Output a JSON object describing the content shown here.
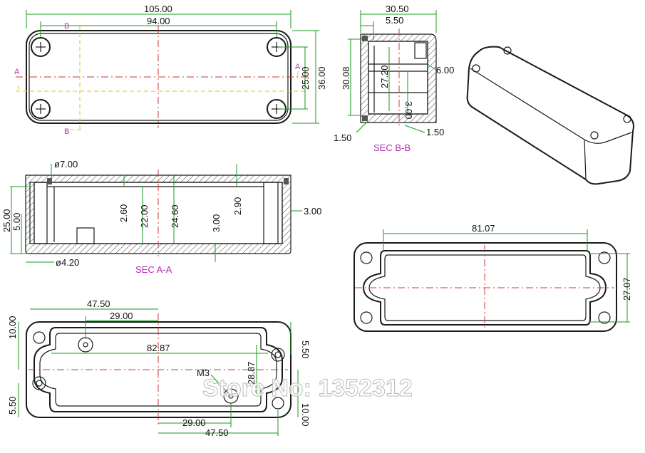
{
  "top_view": {
    "dim_overall_width": "105.00",
    "dim_hole_spacing_width": "94.00",
    "dim_hole_spacing_height": "25.00",
    "dim_overall_height": "36.00",
    "section_mark_a": "A",
    "section_mark_b": "B"
  },
  "section_bb": {
    "dim_width": "30.50",
    "dim_top_inset": "5.50",
    "dim_height": "30.08",
    "dim_inner_height": "27.20",
    "dim_floor": "3.00",
    "dim_slot": "6.00",
    "dim_left_wall": "1.50",
    "dim_right_wall": "1.50",
    "label": "SEC B-B"
  },
  "section_aa": {
    "dim_hole_dia": "ø7.00",
    "dim_height": "25.00",
    "dim_lip": "5.00",
    "dim_a": "2.60",
    "dim_b": "22.00",
    "dim_c": "24.60",
    "dim_d": "3.00",
    "dim_e": "2.90",
    "dim_wall": "3.00",
    "dim_pin_dia": "ø4.20",
    "label": "SEC A-A"
  },
  "lid_view": {
    "dim_width": "81.07",
    "dim_height": "27.07"
  },
  "base_view": {
    "dim_top_half": "47.50",
    "dim_top_inner": "29.00",
    "dim_left_top": "10.00",
    "dim_right_top": "5.50",
    "dim_span": "82.87",
    "dim_inner_height": "28.87",
    "dim_screw": "M3",
    "dim_left_bottom": "5.50",
    "dim_right_bottom": "10.00",
    "dim_bottom_inner": "29.00",
    "dim_bottom_half": "47.50"
  },
  "watermark": "Store No: 1352312"
}
